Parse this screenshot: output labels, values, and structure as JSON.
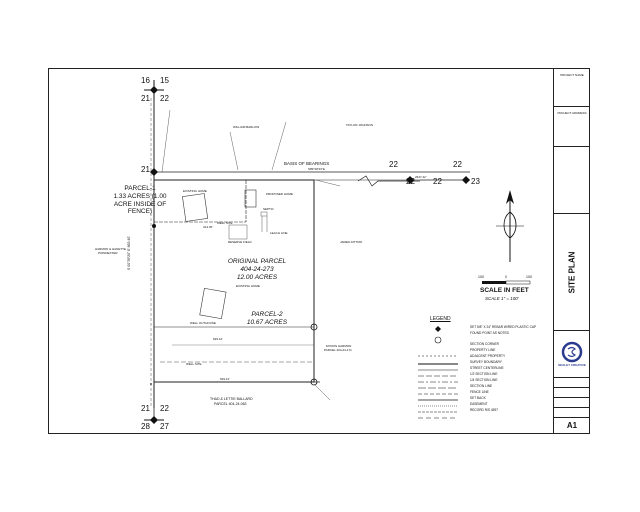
{
  "corner_top": {
    "nw": "16",
    "ne": "15",
    "sw": "21",
    "se": "22"
  },
  "corner_left_mid": "21",
  "corner_right_a": {
    "nw": "22",
    "ne": "22"
  },
  "corner_right_b": {
    "nw": "22",
    "ne": "22",
    "se": "23"
  },
  "corner_bottom": {
    "nw": "21",
    "ne": "22",
    "sw": "28",
    "se": "27"
  },
  "parcel1": {
    "title": "PARCEL-1",
    "line2": "1.33 ACRES (1.00",
    "line3": "ACRE INSIDE OF",
    "line4": "FENCE)"
  },
  "original": {
    "title": "ORIGINAL PARCEL",
    "line2": "404-24-273",
    "line3": "12.00 ACRES"
  },
  "parcel2": {
    "title": "PARCEL-2",
    "line2": "10.67 ACRES"
  },
  "basis": "BASIS OF BEARINGS",
  "scale": {
    "title": "SCALE IN FEET",
    "ratio": "SCALE 1\" = 100'",
    "ticks": [
      "100",
      "0",
      "100"
    ]
  },
  "legend": {
    "title": "LEGEND",
    "items": [
      "SET 5/8\" X 24\" REBAR W/RED PLASTIC CAP",
      "FOUND POINT AS NOTED",
      "SECTION CORNER",
      "PROPERTY LINE",
      "ADJACENT PROPERTY",
      "SURVEY BOUNDARY",
      "STREET CENTERLINE",
      "1/2 SECTION LINE",
      "1/4 SECTION LINE",
      "SECTION LINE",
      "FENCE LINE",
      "SET BACK",
      "EASEMENT",
      "RECORD R/S 4597"
    ]
  },
  "labels": {
    "existing_home_1": "EXISTING HOME",
    "existing_home_2": "EXISTING HOME",
    "proposed_home": "PROPOSED HOME",
    "reserve_field": "RESERVE FIELD",
    "septic": "SEPTIC",
    "leach_line": "LEACH LINE",
    "well_site_1": "WELL SITE",
    "well_site_2": "WELL SITE",
    "well_outhouse": "WELL OUTHOUSE",
    "thad": "THAD & LETTIE BALLARD",
    "thad_parcel": "PARCEL 404-24-063",
    "owner_west": "HARMON & HANETTE",
    "owner_west2": "POINDEXTER",
    "jared": "JARED DITTMO",
    "myron": "MYRON HARMON",
    "myron_parcel": "PARCEL 404-24-171",
    "william": "WILLIAM BARLOW",
    "taylor": "TAYLOR JOHNSON",
    "road_dim": "S 00°59'20\" E 665.40'",
    "dim_1": "314.45'",
    "dim_2": "629.12'",
    "dim_3": "629.12'",
    "dim_4": "S89°28'43\"E",
    "dim_5": "2647.42'"
  },
  "title_block": {
    "project_name": "PROJECT NAME",
    "project_address": "PROJECT ADDRESS",
    "sheet_title": "SITE PLAN",
    "company": "SEALEY CREATIVE",
    "sheet_no": "A1"
  }
}
